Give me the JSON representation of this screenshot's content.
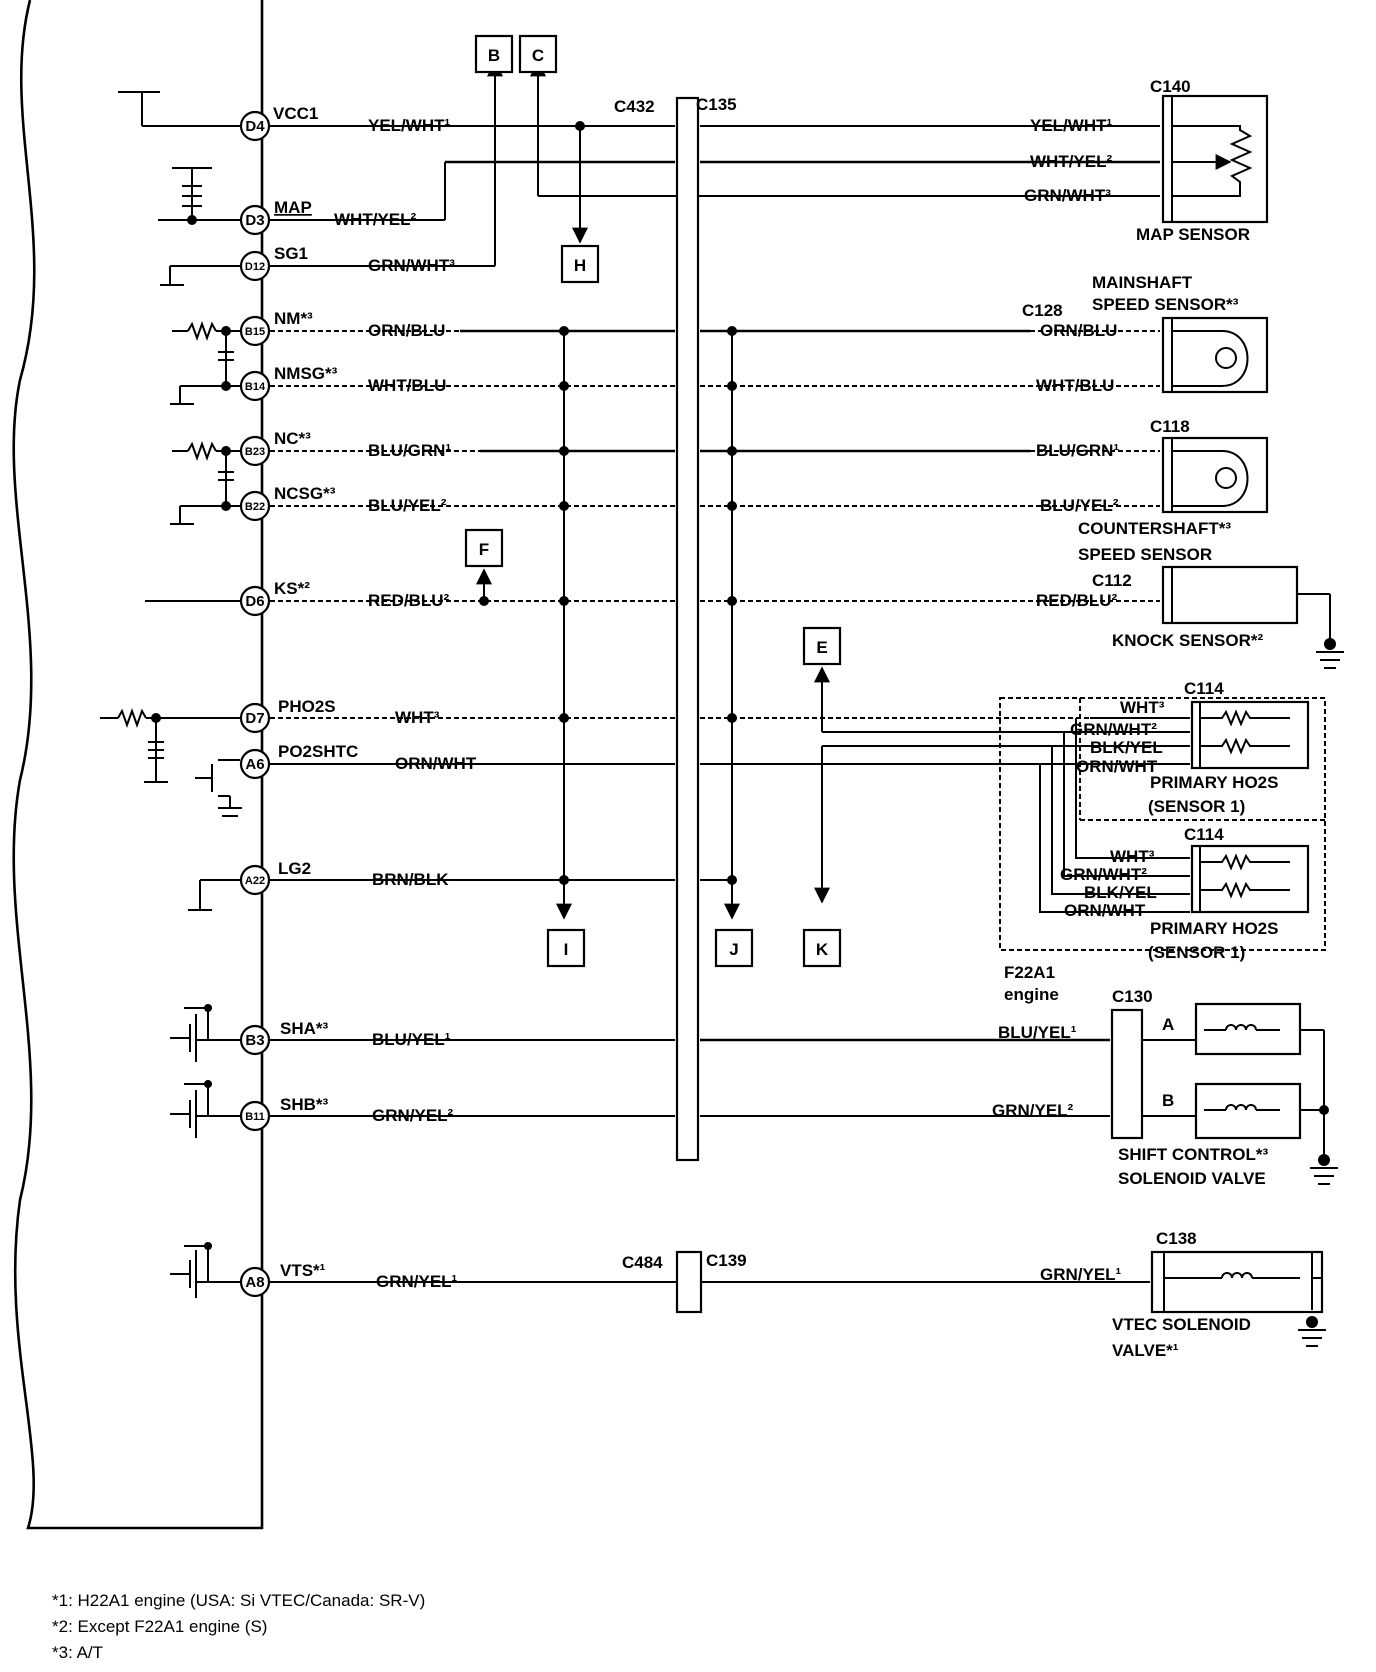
{
  "labels": {
    "vcc1": "VCC1",
    "map": "MAP",
    "sg1": "SG1",
    "nm": "NM*³",
    "nmsg": "NMSG*³",
    "nc": "NC*³",
    "ncsg": "NCSG*³",
    "ks": "KS*²",
    "pho2s": "PHO2S",
    "po2shtc": "PO2SHTC",
    "lg2": "LG2",
    "sha": "SHA*³",
    "shb": "SHB*³",
    "vts": "VTS*¹"
  },
  "pins": {
    "d4": "D4",
    "d3": "D3",
    "d12": "D12",
    "b15": "B15",
    "b14": "B14",
    "b23": "B23",
    "b22": "B22",
    "d6": "D6",
    "d7": "D7",
    "a6": "A6",
    "a22": "A22",
    "b3": "B3",
    "b11": "B11",
    "a8": "A8"
  },
  "wires": {
    "yel_wht1": "YEL/WHT¹",
    "wht_yel2": "WHT/YEL²",
    "grn_wht3": "GRN/WHT³",
    "orn_blu": "ORN/BLU",
    "wht_blu": "WHT/BLU",
    "blu_grn1": "BLU/GRN¹",
    "blu_yel2": "BLU/YEL²",
    "red_blu2": "RED/BLU²",
    "wht3": "WHT³",
    "orn_wht": "ORN/WHT",
    "brn_blk": "BRN/BLK",
    "blu_yel1": "BLU/YEL¹",
    "grn_yel2": "GRN/YEL²",
    "grn_yel1": "GRN/YEL¹",
    "grn_wht2": "GRN/WHT²",
    "blk_yel": "BLK/YEL"
  },
  "connectors": {
    "c432": "C432",
    "c135": "C135",
    "c140": "C140",
    "c128": "C128",
    "c118": "C118",
    "c112": "C112",
    "c114": "C114",
    "c130": "C130",
    "c484": "C484",
    "c139": "C139",
    "c138": "C138"
  },
  "components": {
    "map_sensor": "MAP SENSOR",
    "mainshaft_1": "MAINSHAFT",
    "mainshaft_2": "SPEED SENSOR*³",
    "countershaft_1": "COUNTERSHAFT*³",
    "countershaft_2": "SPEED SENSOR",
    "knock_sensor": "KNOCK SENSOR*²",
    "primary_ho2s": "PRIMARY HO2S",
    "sensor1": "(SENSOR 1)",
    "f22a1_1": "F22A1",
    "f22a1_2": "engine",
    "shift_1": "SHIFT CONTROL*³",
    "shift_2": "SOLENOID VALVE",
    "vtec_1": "VTEC SOLENOID",
    "vtec_2": "VALVE*¹",
    "sol_a": "A",
    "sol_b": "B"
  },
  "refs": {
    "b": "B",
    "c": "C",
    "h": "H",
    "f": "F",
    "e": "E",
    "i": "I",
    "j": "J",
    "k": "K"
  },
  "footnotes": [
    "*1: H22A1 engine (USA: Si VTEC/Canada: SR-V)",
    "*2: Except F22A1 engine (S)",
    "*3: A/T"
  ]
}
